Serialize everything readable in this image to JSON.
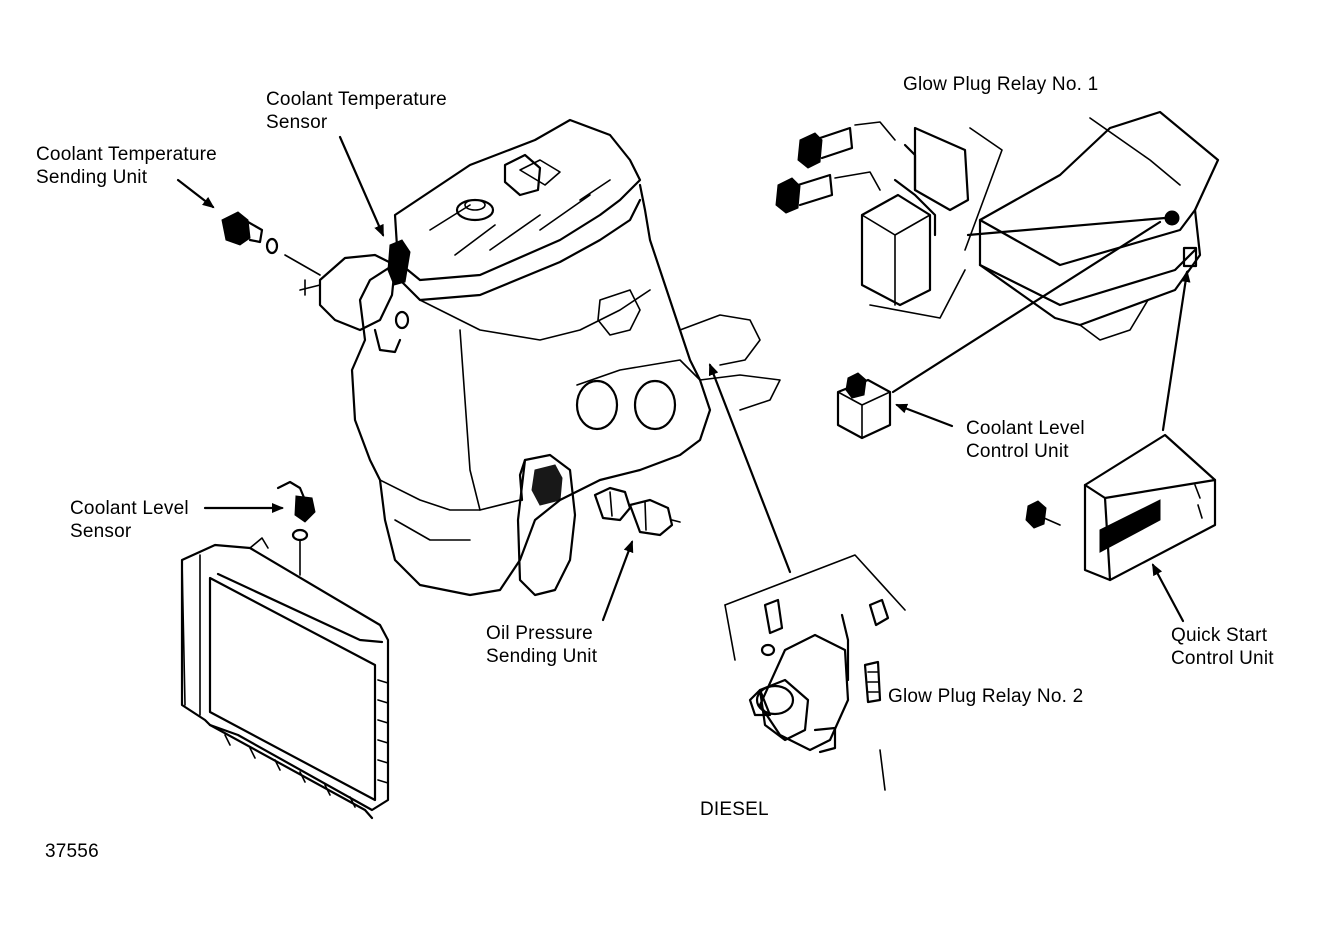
{
  "diagram": {
    "labels": {
      "coolant_temp_sensor": [
        "Coolant Temperature",
        "Sensor"
      ],
      "coolant_temp_sending_unit": [
        "Coolant Temperature",
        "Sending Unit"
      ],
      "glow_plug_relay_1": [
        "Glow Plug Relay No. 1"
      ],
      "coolant_level_control_unit": [
        "Coolant Level",
        "Control Unit"
      ],
      "coolant_level_sensor": [
        "Coolant Level",
        "Sensor"
      ],
      "oil_pressure_sending_unit": [
        "Oil Pressure",
        "Sending Unit"
      ],
      "quick_start_control_unit": [
        "Quick Start",
        "Control Unit"
      ],
      "glow_plug_relay_2": [
        "Glow Plug Relay No. 2"
      ]
    },
    "caption": "DIESEL",
    "figure_number": "37556"
  }
}
